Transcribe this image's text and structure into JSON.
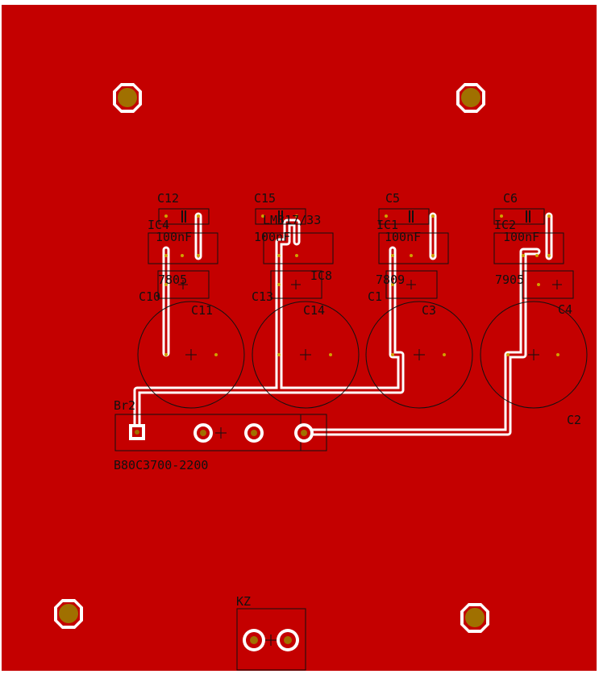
{
  "colors": {
    "copper": "#c40000",
    "silkscreen": "#111111",
    "clearance": "#ffffff",
    "pad": "#a07000",
    "via": "#d0a000"
  },
  "labels": {
    "c12": "C12",
    "c15": "C15",
    "c5": "C5",
    "c6": "C6",
    "ic4": "IC4",
    "ic1": "IC1",
    "ic2": "IC2",
    "c100n_1": "100nF",
    "c100n_2": "100nF",
    "c100n_3": "100nF",
    "c100n_4": "100nF",
    "v7805": "7805",
    "ic8": "IC8",
    "v7809": "7809",
    "v7905": "7905",
    "c10": "C10",
    "c13": "C13",
    "c1": "C1",
    "c11": "C11",
    "c14": "C14",
    "c3": "C3",
    "c4": "C4",
    "c2": "C2",
    "br2": "Br2",
    "bridge_part": "B80C3700-2200",
    "kz": "KZ",
    "lm317": "LM317/33"
  }
}
